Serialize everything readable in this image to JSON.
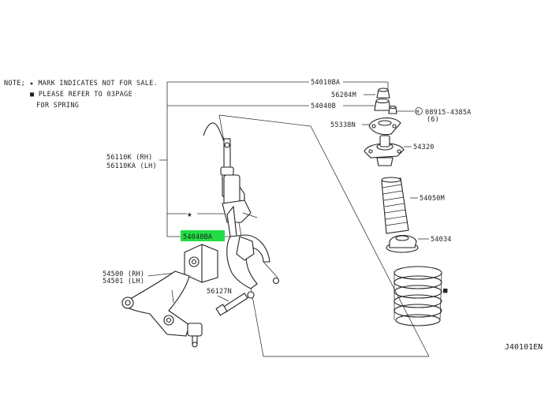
{
  "notes": {
    "line1": "NOTE; ★ MARK INDICATES NOT FOR SALE.",
    "line2": "■ PLEASE REFER TO 03PAGE",
    "line3": "FOR SPRING"
  },
  "labels": {
    "p54010BA": "54010BA",
    "p56204M": "56204M",
    "p54040B": "54040B",
    "p08915": "08915-4385A",
    "p08915_qty": "(6)",
    "p55338N": "55338N",
    "p54320": "54320",
    "p56110K": "56110K (RH)",
    "p56110KA": "56110KA (LH)",
    "p54050M": "54050M",
    "p54040BA": "54040BA",
    "p54034": "54034",
    "p54500": "54500 (RH)",
    "p54501": "54501 (LH)",
    "p56127N": "56127N"
  },
  "symbols": {
    "star": "★",
    "square": "■",
    "circle_m": "M"
  },
  "diagram_code": "J40101EN",
  "highlight_color": "#22dd44"
}
